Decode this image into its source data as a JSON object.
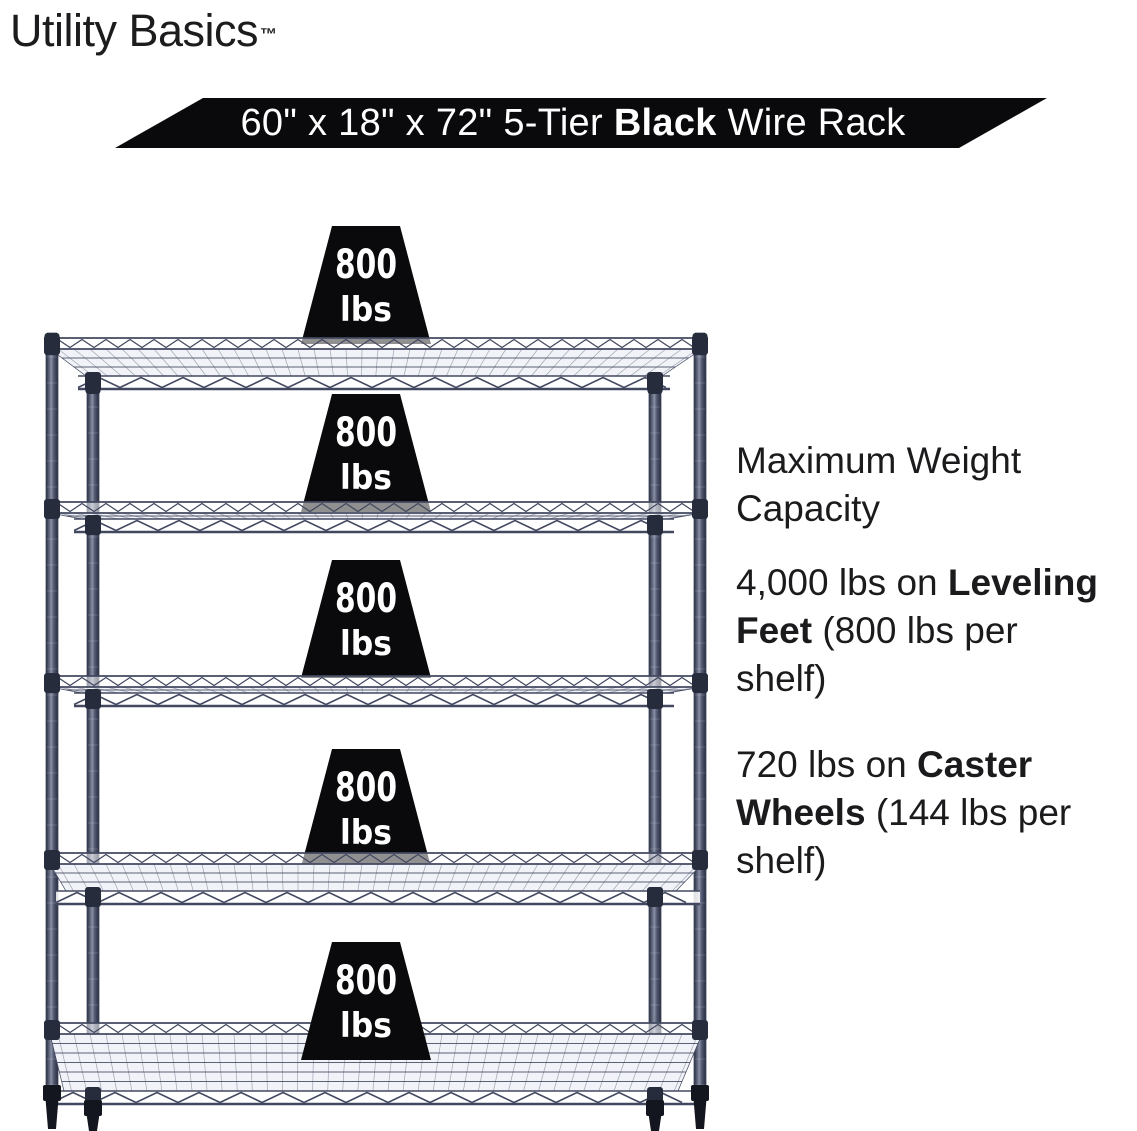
{
  "page": {
    "background": "#ffffff"
  },
  "brand": {
    "name": "Utility Basics",
    "trademark_symbol": "™",
    "color": "#1c1c1e"
  },
  "banner": {
    "background": "#0a0a0c",
    "text_color": "#ffffff",
    "segments": {
      "prefix": "60\" x 18\" x 72\" 5-Tier ",
      "bold": "Black",
      "suffix": " Wire Rack"
    }
  },
  "rack": {
    "tiers": 5,
    "frame_color": "#424860",
    "frame_dark": "#262b3c",
    "deck_fill": "#f1f3f8",
    "badge_color": "#0a0a0c",
    "badge_text_color": "#ffffff",
    "shelf_badges": [
      {
        "value": "800",
        "unit": "lbs"
      },
      {
        "value": "800",
        "unit": "lbs"
      },
      {
        "value": "800",
        "unit": "lbs"
      },
      {
        "value": "800",
        "unit": "lbs"
      },
      {
        "value": "800",
        "unit": "lbs"
      }
    ]
  },
  "details": {
    "text_color": "#1b1b1d",
    "heading_lines": [
      "Maximum Weight",
      "Capacity"
    ],
    "specs": [
      {
        "id": "leveling-feet",
        "lines": [
          "4,000 lbs on **Leveling**",
          "**Feet** (800 lbs per",
          "shelf)"
        ]
      },
      {
        "id": "caster-wheels",
        "lines": [
          "720 lbs on **Caster**",
          "**Wheels** (144 lbs per",
          "shelf)"
        ]
      }
    ]
  }
}
